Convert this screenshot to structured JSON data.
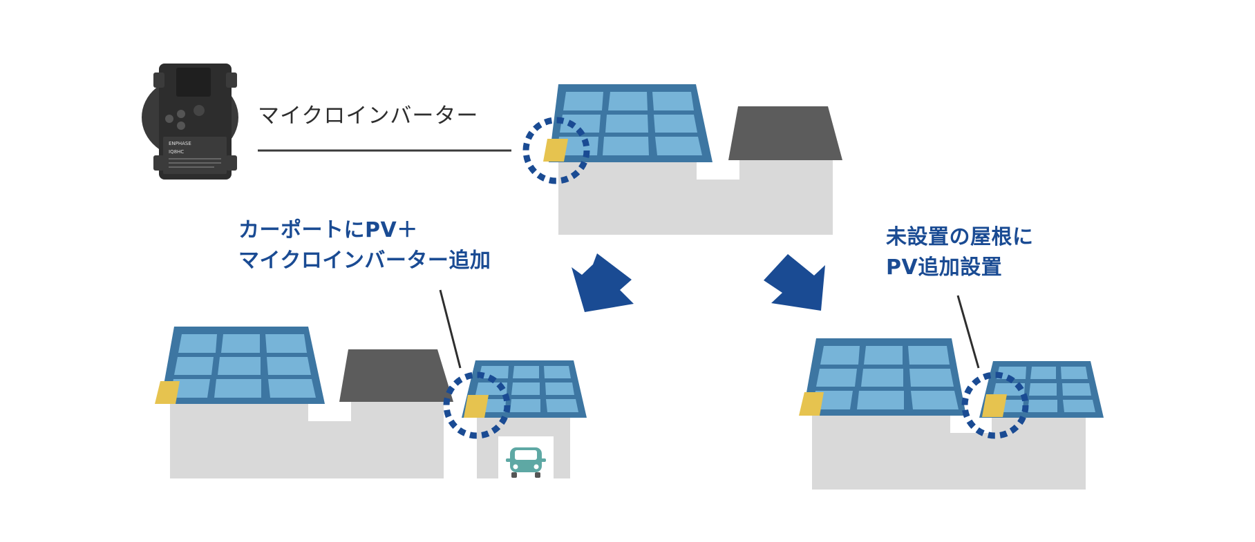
{
  "labels": {
    "microinverter": "マイクロインバーター",
    "carport_line1": "カーポートにPV＋",
    "carport_line2": "マイクロインバーター追加",
    "roof_line1": "未設置の屋根に",
    "roof_line2": "PV追加設置"
  },
  "device_text": {
    "brand": "ENPHASE",
    "model": "IQ8HC"
  },
  "colors": {
    "panel_frame": "#3d76a2",
    "panel_cell": "#77b4d8",
    "inverter": "#e6c34f",
    "roof_dark": "#5c5c5c",
    "wall": "#d9d9d9",
    "accent_blue": "#1a4b93",
    "car": "#5ea8a4",
    "text_dark": "#2e2e2e"
  },
  "icons": [
    "microinverter-device-icon",
    "down-arrow-icon",
    "car-icon"
  ]
}
